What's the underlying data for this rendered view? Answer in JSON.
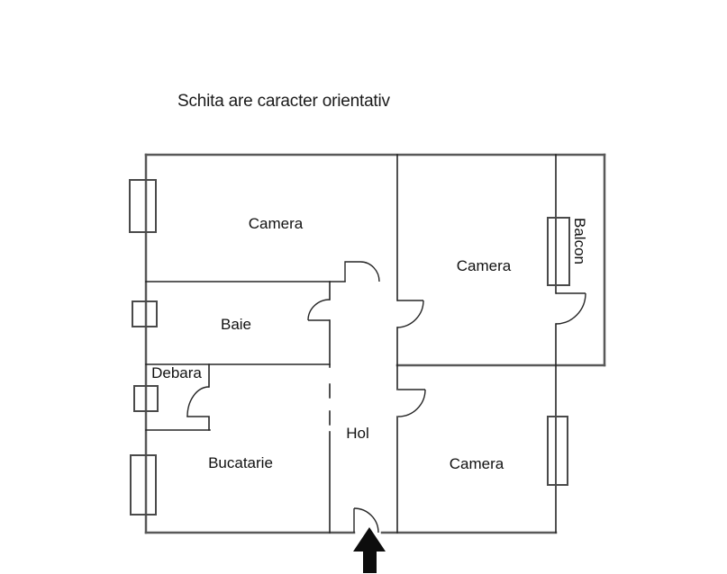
{
  "title": "Schita are caracter orientativ",
  "floorplan": {
    "rooms": {
      "camera_top_left": {
        "label": "Camera"
      },
      "camera_top_right": {
        "label": "Camera"
      },
      "camera_bottom_right": {
        "label": "Camera"
      },
      "baie": {
        "label": "Baie"
      },
      "debara": {
        "label": "Debara"
      },
      "bucatarie": {
        "label": "Bucatarie"
      },
      "hol": {
        "label": "Hol"
      },
      "balcon": {
        "label": "Balcon"
      }
    },
    "icons": {
      "entrance_arrow": "arrow-up"
    },
    "colors": {
      "background": "#ffffff",
      "outer_wall": "#595959",
      "inner_wall": "#262626",
      "window_frame": "#4a4a4a",
      "arrow": "#0d0d0d",
      "text": "#111111"
    }
  }
}
